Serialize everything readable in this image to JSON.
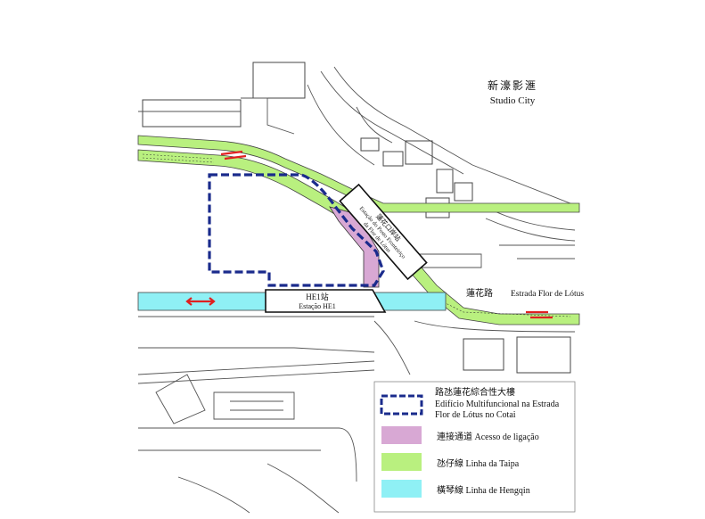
{
  "labels": {
    "studio_city_zh": "新濠影滙",
    "studio_city_en": "Studio City",
    "station_he1_zh": "HE1站",
    "station_he1_pt": "Estação HE1",
    "road_zh": "蓮花路",
    "road_pt": "Estrada Flor de Lótus",
    "station_lotus_zh": "蓮花口岸站",
    "station_lotus_pt1": "Estação do Posto Fronteiriço",
    "station_lotus_pt2": "da Flor de Lótus"
  },
  "legend": {
    "building_zh": "路氹蓮花綜合性大樓",
    "building_pt1": "Edifício Multifuncional na Estrada",
    "building_pt2": "Flor de Lótus no Cotai",
    "link": "連接通道 Acesso de ligação",
    "taipa": "氹仔線 Linha da Taipa",
    "hengqin": "橫琴線 Linha de Hengqin"
  },
  "colors": {
    "taipa_line": "#b9f07f",
    "hengqin_line": "#8ff0f5",
    "link_access": "#d8a8d4",
    "building_outline": "#1a2b8c",
    "arrow": "#e02020"
  }
}
